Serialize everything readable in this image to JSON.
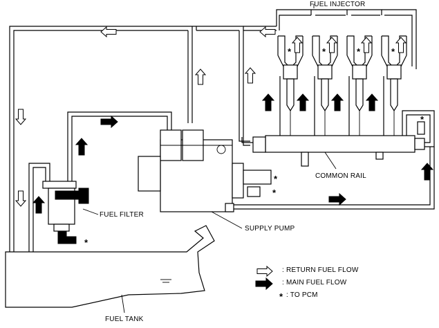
{
  "labels": {
    "fuel_injector": "FUEL INJECTOR",
    "common_rail": "COMMON RAIL",
    "fuel_filter": "FUEL FILTER",
    "supply_pump": "SUPPLY PUMP",
    "fuel_tank": "FUEL TANK"
  },
  "legend": {
    "return_flow": ": RETURN FUEL FLOW",
    "main_flow": ": MAIN FUEL FLOW",
    "to_pcm": ": TO PCM"
  },
  "marker": "*",
  "colors": {
    "line": "#000000",
    "background": "#ffffff"
  }
}
